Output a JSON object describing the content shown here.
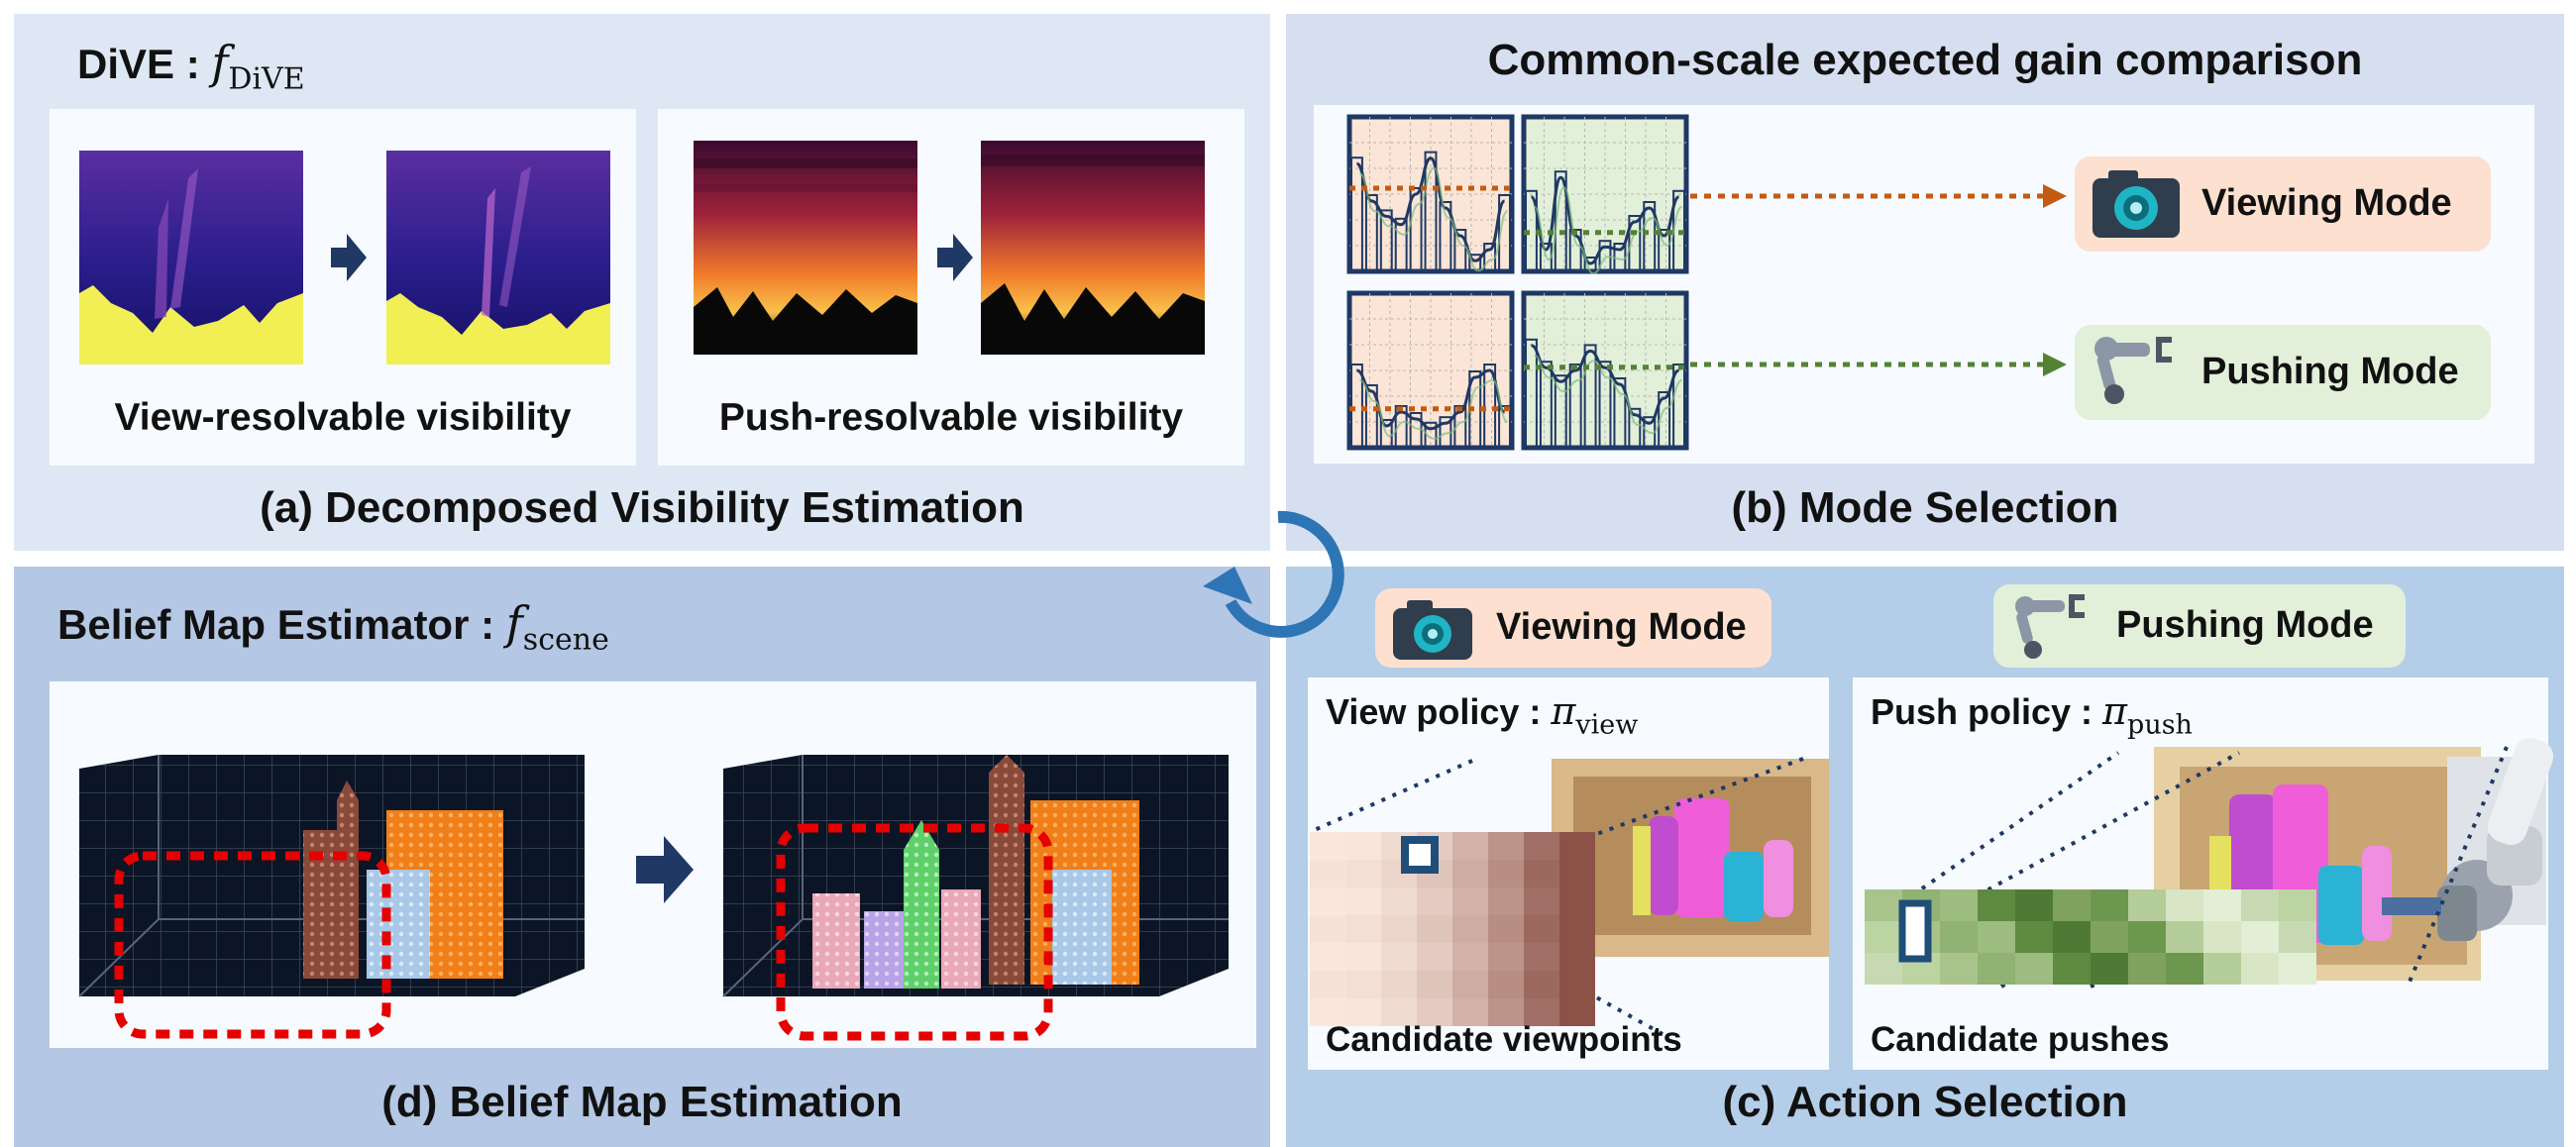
{
  "panel_a": {
    "title_prefix": "DiVE : ",
    "title_symbol": "f",
    "title_sub": "DiVE",
    "left_label": "View-resolvable visibility",
    "right_label": "Push-resolvable visibility",
    "caption": "(a) Decomposed Visibility Estimation"
  },
  "panel_b": {
    "title": "Common-scale expected gain comparison",
    "viewing_mode": "Viewing Mode",
    "pushing_mode": "Pushing Mode",
    "caption": "(b) Mode Selection"
  },
  "panel_c": {
    "viewing_mode": "Viewing Mode",
    "pushing_mode": "Pushing Mode",
    "view_policy_prefix": "View policy : ",
    "view_policy_symbol": "π",
    "view_policy_sub": "view",
    "push_policy_prefix": "Push policy : ",
    "push_policy_symbol": "π",
    "push_policy_sub": "push",
    "view_candidates": "Candidate viewpoints",
    "push_candidates": "Candidate pushes",
    "caption": "(c) Action Selection"
  },
  "panel_d": {
    "title_prefix": "Belief Map Estimator : ",
    "title_symbol": "f",
    "title_sub": "scene",
    "caption": "(d) Belief Map Estimation"
  },
  "colors": {
    "viewing": "#fde0cf",
    "pushing": "#e2efd9",
    "navy": "#1f3864",
    "orange_dotted": "#c55a11",
    "green_dotted": "#548235",
    "cycle_arrow": "#2e75b6"
  }
}
